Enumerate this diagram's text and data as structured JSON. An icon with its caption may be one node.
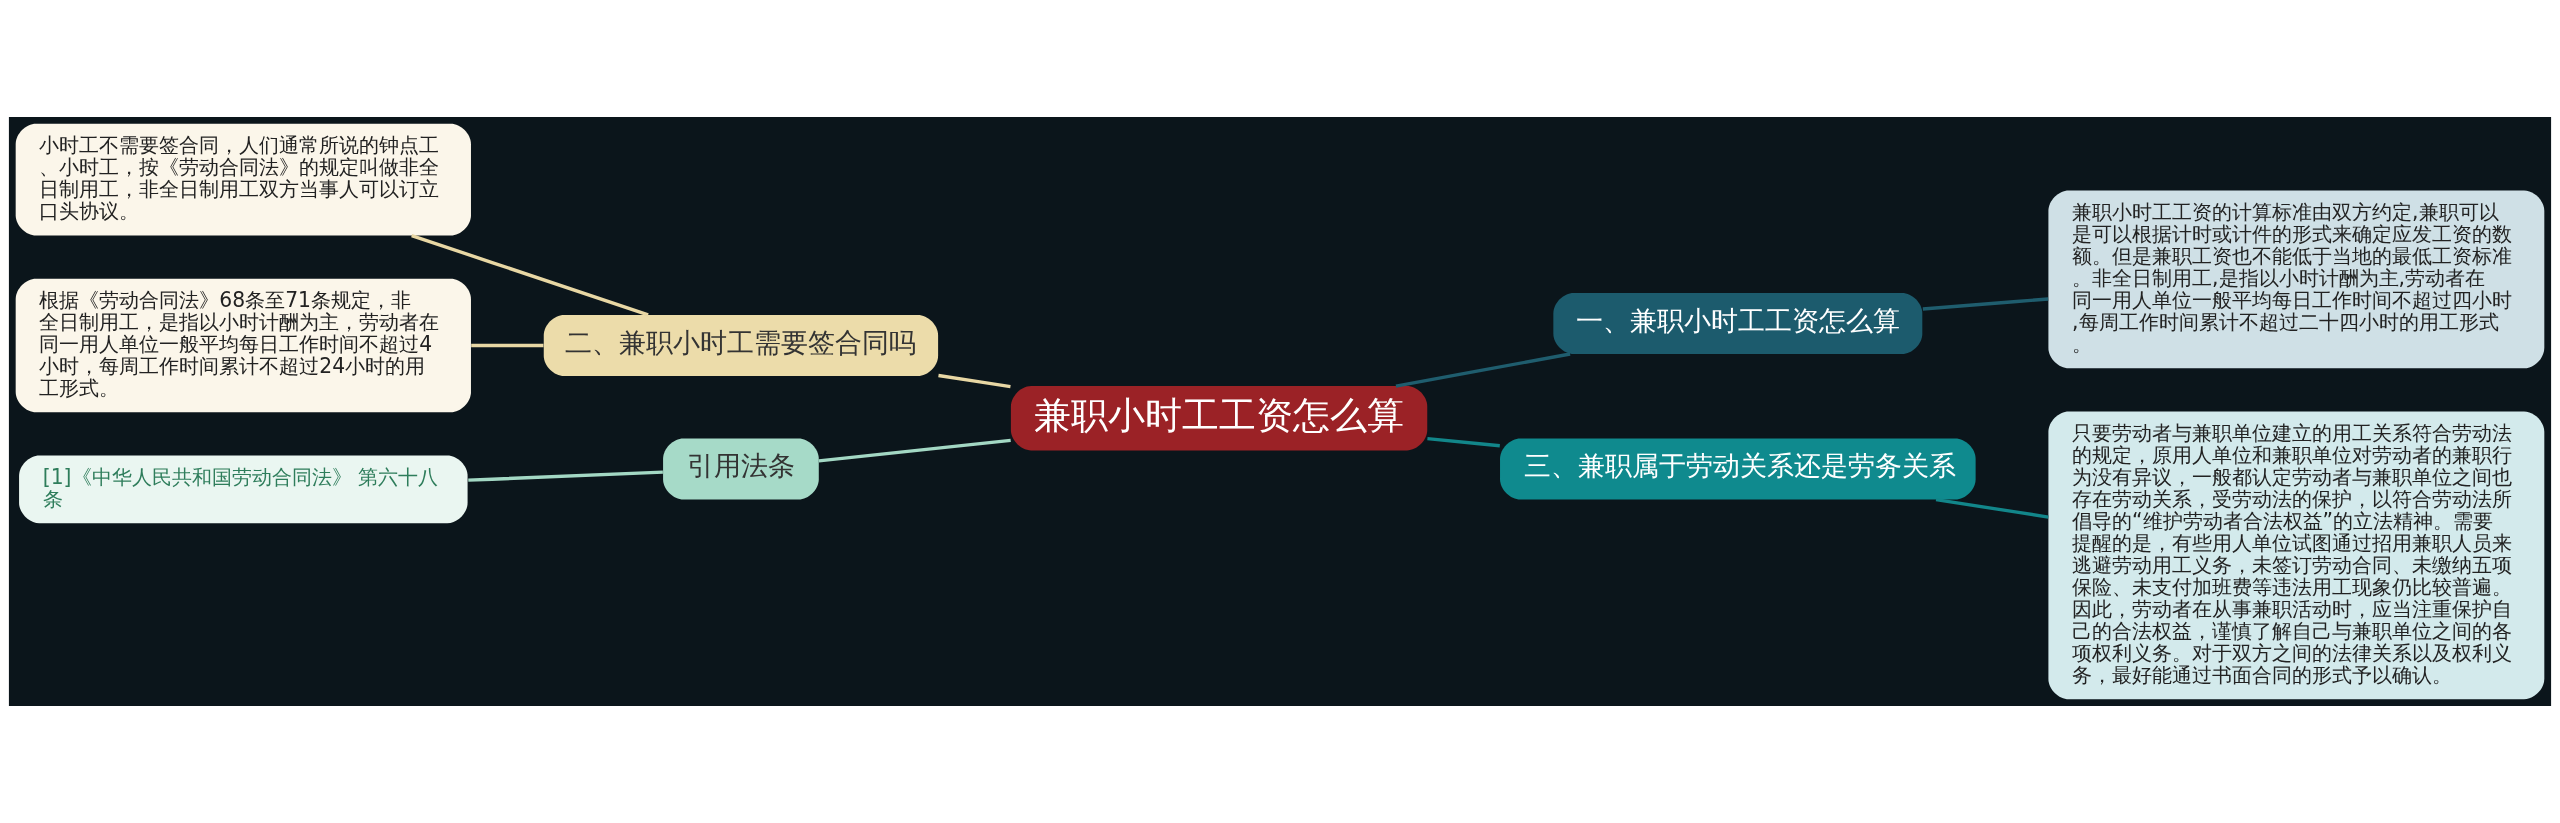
{
  "diagram": {
    "nodes": [
      {
        "text": [
          "兼职小时工工资怎么算"
        ]
      },
      {
        "text": [
          "一、兼职小时工工资怎么算"
        ]
      },
      {
        "text": [
          "兼职小时工工资的计算标准由双方约定,兼职可以是可以根据计时或计件的形式来确定应发工资的数额。但是兼职工资也不能低于当地的最低工资标准。非全日制用工,是指以小时计酬为主,劳动者在同一用人单位一般平均每日工作时间不超过四小时,每周工作时间累计不超过二十四小时的用工形式。"
        ]
      },
      {
        "text": [
          "三、兼职属于劳动关系还是劳务关系"
        ]
      },
      {
        "text": [
          "只要劳动者与兼职单位建立的用工关系符合劳动法的规定，原用人单位和兼职单位对劳动者的兼职行为没有异议，一般都认定劳动者与兼职单位之间也存在劳动关系，受劳动法的保护，以符合劳动法所倡导的“维护劳动者合法权益”的立法精神。需要提醒的是，有些用人单位试图通过招用兼职人员来逃避劳动用工义务，未签订劳动合同、未缴纳五项保险、未支付加班费等违法用工现象仍比较普遍。因此，劳动者在从事兼职活动时，应当注重保护自己的合法权益，谨慎了解自己与兼职单位之间的各项权利义务。对于双方之间的法律关系以及权利义务，最好能通过书面合同的形式予以确认。"
        ]
      },
      {
        "text": [
          "二、兼职小时工需要签合同吗"
        ]
      },
      {
        "text": [
          "小时工不需要签合同，人们通常所说的钟点工、小时工，按《劳动合同法》的规定叫做非全日制用工，非全日制用工双方当事人可以订立口头协议。"
        ]
      },
      {
        "text": [
          "根据《劳动合同法》68条至71条规定，非全日制用工，是指以小时计酬为主，劳动者在同一用人单位一般平均每日工作时间不超过4小时，每周工作时间累计不超过24小时的用工形式。"
        ]
      },
      {
        "text": [
          "引用法条"
        ]
      },
      {
        "text": [
          "[1]《中华人民共和国劳动合同法》 第六十八条"
        ]
      }
    ],
    "edges": [
      {
        "from": 0,
        "to": 1,
        "arrow": "none",
        "color": "#1f5d6e"
      },
      {
        "from": 1,
        "to": 2,
        "arrow": "none",
        "color": "#1f5d6e"
      },
      {
        "from": 0,
        "to": 3,
        "arrow": "none",
        "color": "#12868a"
      },
      {
        "from": 3,
        "to": 4,
        "arrow": "none",
        "color": "#12868a"
      },
      {
        "from": 0,
        "to": 5,
        "arrow": "none",
        "color": "#e8d7a4"
      },
      {
        "from": 5,
        "to": 6,
        "arrow": "none",
        "color": "#e8d7a4"
      },
      {
        "from": 5,
        "to": 7,
        "arrow": "none",
        "color": "#e8d7a4"
      },
      {
        "from": 0,
        "to": 8,
        "arrow": "none",
        "color": "#a3d8c4"
      },
      {
        "from": 8,
        "to": 9,
        "arrow": "none",
        "color": "#a3d8c4"
      }
    ]
  }
}
